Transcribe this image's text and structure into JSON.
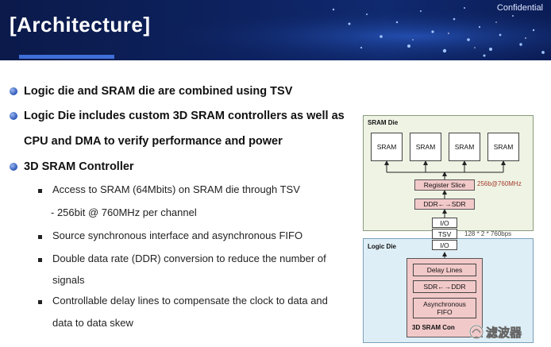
{
  "header": {
    "title": "[Architecture]",
    "confidential": "Confidential"
  },
  "bullets": {
    "b1": "Logic die and SRAM die are combined using TSV",
    "b2_line1": "Logic Die includes custom 3D SRAM controllers as well as",
    "b2_line2": "CPU and DMA to verify performance and power",
    "b3": "3D SRAM Controller",
    "sub1": "Access to SRAM (64Mbits) on SRAM die through TSV",
    "sub1_cont": "- 256bit @ 760MHz per channel",
    "sub2": "Source synchronous interface and asynchronous FIFO",
    "sub3_line1": "Double data rate (DDR) conversion to reduce the number of",
    "sub3_line2": "signals",
    "sub4_line1": "Controllable delay lines to compensate the clock to data and",
    "sub4_line2": "data to data skew"
  },
  "diagram": {
    "sram_die_label": "SRAM Die",
    "sram_blocks": [
      "SRAM",
      "SRAM",
      "SRAM",
      "SRAM"
    ],
    "register_slice": "Register Slice",
    "register_note": "256b@760MHz",
    "ddr_to_sdr": "DDR←→SDR",
    "io_top": "I/O",
    "tsv": "TSV",
    "tsv_note": "128 * 2 * 760bps",
    "io_bottom": "I/O",
    "logic_die_label": "Logic Die",
    "delay_lines": "Delay Lines",
    "sdr_to_ddr": "SDR←→DDR",
    "async_fifo": "Asynchronous FIFO",
    "controller_label": "3D SRAM Con"
  },
  "watermark": "滤波器",
  "colors": {
    "header_bg": "#0d2260",
    "accent": "#3f6fd8",
    "pink_block": "#f2c9c9",
    "sram_die_bg": "#eef3e4",
    "logic_die_bg": "#deeef6",
    "note_red": "#a53a2c"
  },
  "icons": [
    "bullet-dot-icon",
    "square-bullet-icon",
    "arrow-up-icon",
    "watermark-logo-icon"
  ]
}
